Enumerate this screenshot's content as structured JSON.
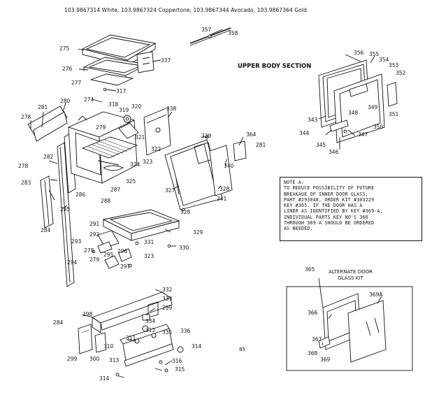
{
  "header": {
    "model_line": "103.9867314 White,  103.9867324  Coppertone,  103.9867344  Avocado,  103.9867364  Gold"
  },
  "section_title": "UPPER BODY SECTION",
  "note": {
    "lines": [
      "NOTE A:",
      "TO REDUCE POSSIBILITY OF FUTURE",
      "BREAKAGE OF INNER DOOR GLASS,",
      "PART #293048, ORDER KIT #303229",
      "KEY #365. IF THE DOOR HAS A",
      "LINER AS IDENTIFIED BY KEY #369-A,",
      "INDIVIDUAL PARTS KEY NO'S 366",
      "THROUGH 369-A SHOULD BE ORDERED",
      "AS NEEDED."
    ]
  },
  "alternate_kit": {
    "title_line1": "ALTERNATE DOOR",
    "title_line2": "GLASS KIT"
  },
  "footer_code": "85",
  "part_labels": {
    "l357": "357",
    "l358": "358",
    "l275": "275",
    "l276": "276",
    "l277": "277",
    "l337": "337",
    "l317": "317",
    "l274": "274",
    "l280": "280",
    "l281a": "281",
    "l278a": "278",
    "l318": "318",
    "l319": "319",
    "l320": "320",
    "l338": "338",
    "l279a": "279",
    "l321": "321",
    "l322": "322",
    "l323a": "323",
    "l324": "324",
    "l325": "325",
    "l282": "282",
    "l278b": "278",
    "l283": "283",
    "l286": "286",
    "l287": "287",
    "l288": "288",
    "l285": "285",
    "l284a": "284",
    "l339": "339",
    "l364": "364",
    "l281b": "281",
    "l340": "340",
    "l327": "327",
    "l328a": "328",
    "l341": "341",
    "l328b": "328",
    "l291": "291",
    "l292": "292",
    "l329": "329",
    "l330": "330",
    "l293": "293",
    "l294": "294",
    "l278c": "278",
    "l279b": "279",
    "l295": "295",
    "l296": "296",
    "l331": "331",
    "l297": "297",
    "l323b": "323",
    "l356a": "356",
    "l355": "355",
    "l354": "354",
    "l353": "353",
    "l352": "352",
    "l349": "349",
    "l348": "348",
    "l351": "351",
    "l343": "343",
    "l350": "350",
    "l344": "344",
    "l347": "347",
    "l345": "345",
    "l346": "346",
    "l365": "365",
    "l366": "366",
    "l369A": "369A",
    "l367": "367",
    "l368": "368",
    "l369": "369",
    "l332": "332",
    "l333": "333",
    "l298": "298",
    "l299a": "299",
    "l334": "334",
    "l284b": "284",
    "l312": "312",
    "l335": "335",
    "l336": "336",
    "l311": "311",
    "l310": "310",
    "l314a": "314",
    "l299b": "299",
    "l300": "300",
    "l313": "313",
    "l316": "316",
    "l315": "315",
    "l314b": "314"
  }
}
